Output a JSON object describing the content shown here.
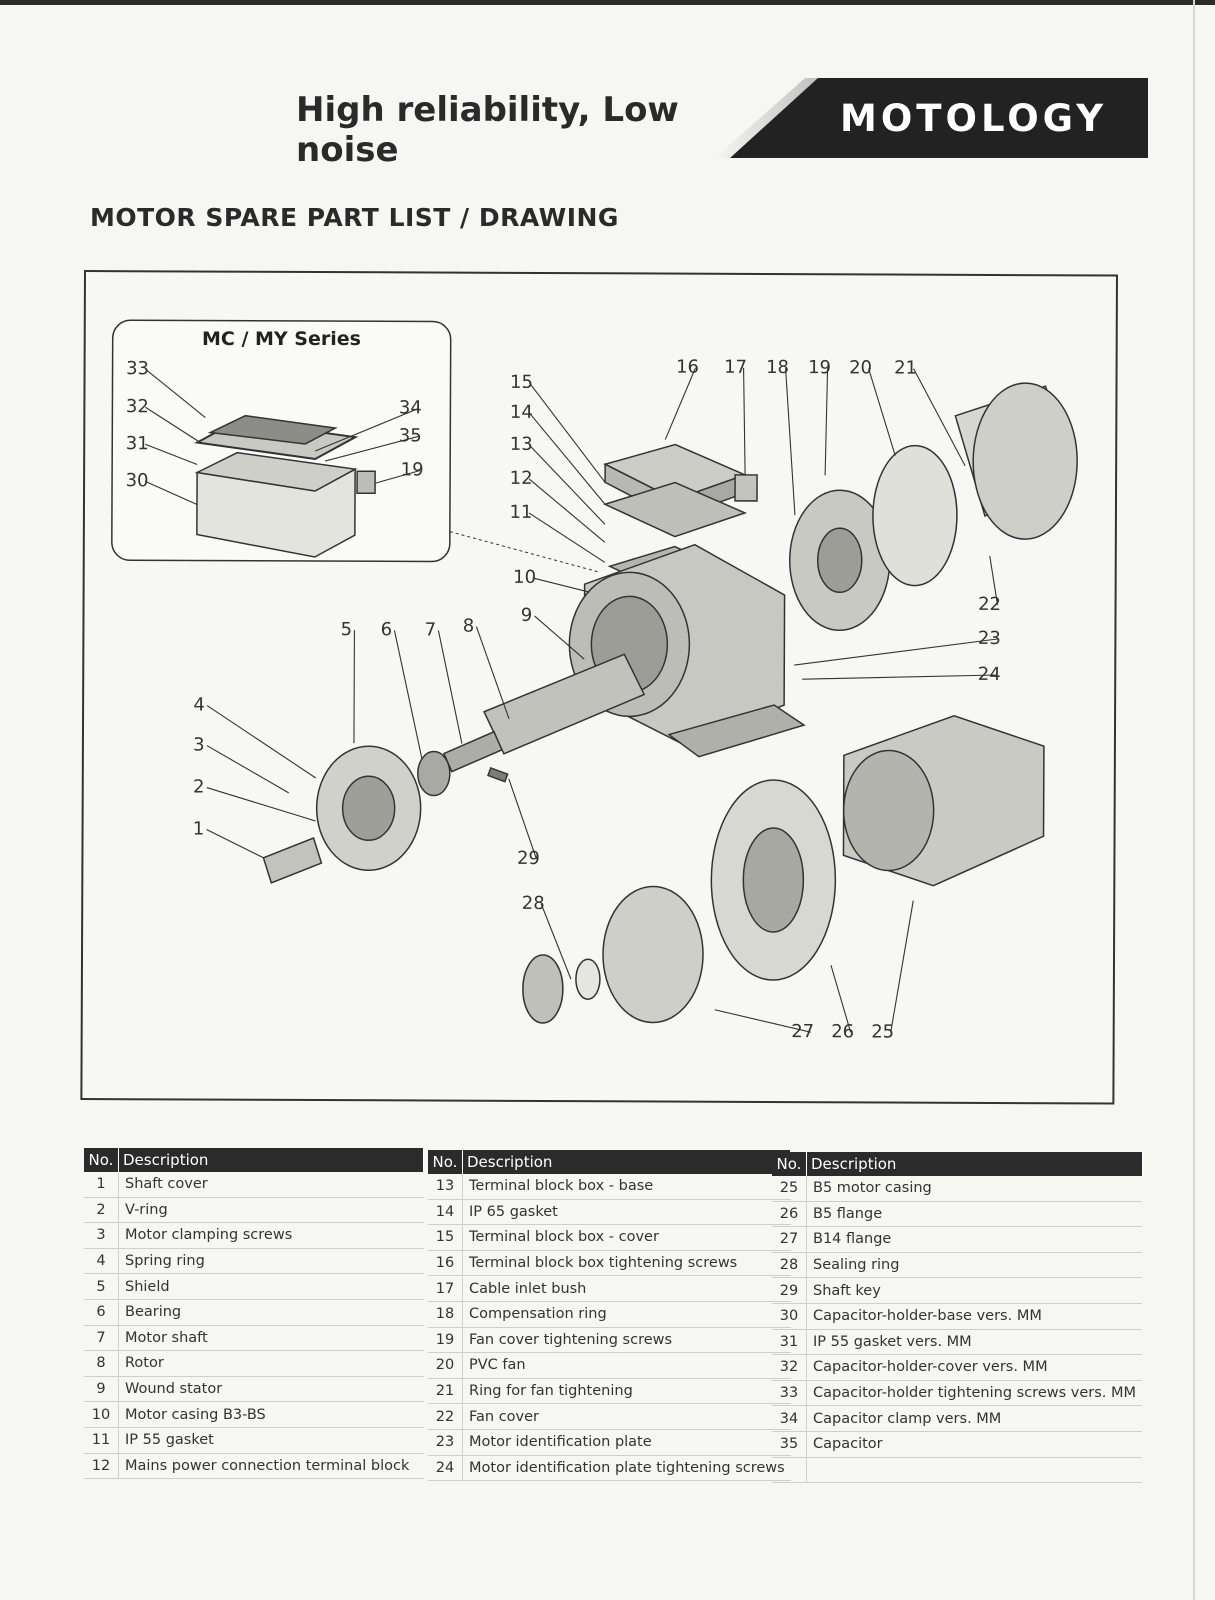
{
  "header": {
    "tagline": "High reliability, Low noise",
    "brand": "MOTOLOGY"
  },
  "section_title": "MOTOR SPARE PART LIST / DRAWING",
  "drawing": {
    "inset_title": "MC / MY Series",
    "inset_callouts": [
      "33",
      "32",
      "31",
      "30",
      "34",
      "35",
      "19"
    ],
    "main_callouts": [
      "1",
      "2",
      "3",
      "4",
      "5",
      "6",
      "7",
      "8",
      "9",
      "10",
      "11",
      "12",
      "13",
      "14",
      "15",
      "16",
      "17",
      "18",
      "19",
      "20",
      "21",
      "22",
      "23",
      "24",
      "25",
      "26",
      "27",
      "28",
      "29"
    ]
  },
  "table": {
    "header_no": "No.",
    "header_desc": "Description",
    "columns": [
      [
        {
          "no": "1",
          "desc": "Shaft cover"
        },
        {
          "no": "2",
          "desc": "V-ring"
        },
        {
          "no": "3",
          "desc": "Motor clamping screws"
        },
        {
          "no": "4",
          "desc": "Spring ring"
        },
        {
          "no": "5",
          "desc": "Shield"
        },
        {
          "no": "6",
          "desc": "Bearing"
        },
        {
          "no": "7",
          "desc": "Motor shaft"
        },
        {
          "no": "8",
          "desc": "Rotor"
        },
        {
          "no": "9",
          "desc": "Wound stator"
        },
        {
          "no": "10",
          "desc": "Motor casing B3-BS"
        },
        {
          "no": "11",
          "desc": "IP 55 gasket"
        },
        {
          "no": "12",
          "desc": "Mains power connection terminal block"
        }
      ],
      [
        {
          "no": "13",
          "desc": "Terminal block box - base"
        },
        {
          "no": "14",
          "desc": "IP 65 gasket"
        },
        {
          "no": "15",
          "desc": "Terminal block box - cover"
        },
        {
          "no": "16",
          "desc": "Terminal block box tightening screws"
        },
        {
          "no": "17",
          "desc": "Cable inlet bush"
        },
        {
          "no": "18",
          "desc": "Compensation ring"
        },
        {
          "no": "19",
          "desc": "Fan cover tightening screws"
        },
        {
          "no": "20",
          "desc": "PVC fan"
        },
        {
          "no": "21",
          "desc": "Ring for fan tightening"
        },
        {
          "no": "22",
          "desc": "Fan cover"
        },
        {
          "no": "23",
          "desc": "Motor identification plate"
        },
        {
          "no": "24",
          "desc": "Motor identification plate tightening screws"
        }
      ],
      [
        {
          "no": "25",
          "desc": "B5 motor casing"
        },
        {
          "no": "26",
          "desc": "B5 flange"
        },
        {
          "no": "27",
          "desc": "B14 flange"
        },
        {
          "no": "28",
          "desc": "Sealing ring"
        },
        {
          "no": "29",
          "desc": "Shaft key"
        },
        {
          "no": "30",
          "desc": "Capacitor-holder-base vers. MM"
        },
        {
          "no": "31",
          "desc": "IP 55 gasket vers. MM"
        },
        {
          "no": "32",
          "desc": "Capacitor-holder-cover vers. MM"
        },
        {
          "no": "33",
          "desc": "Capacitor-holder tightening screws vers. MM"
        },
        {
          "no": "34",
          "desc": "Capacitor clamp vers. MM"
        },
        {
          "no": "35",
          "desc": "Capacitor"
        },
        {
          "no": "",
          "desc": ""
        }
      ]
    ]
  },
  "colors": {
    "banner": "#222222",
    "page": "#f6f6f2",
    "table_header": "#2b2b2b"
  }
}
